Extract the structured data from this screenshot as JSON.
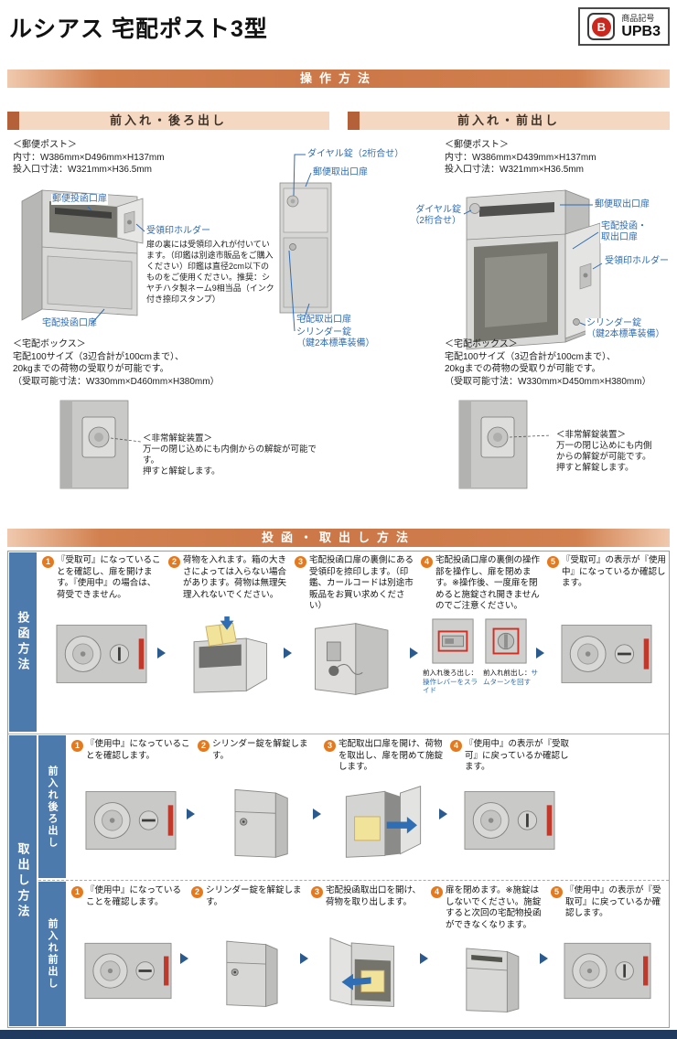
{
  "header": {
    "title": "ルシアス 宅配ポスト3型",
    "badge": {
      "logo_letter": "B",
      "label": "商品記号",
      "code": "UPB3"
    }
  },
  "op": {
    "banner": "操作方法",
    "left": {
      "heading": "前入れ・後ろ出し",
      "post_title": "＜郵便ポスト＞",
      "post_inner": "内寸：W386mm×D496mm×H137mm",
      "post_slot": "投入口寸法：W321mm×H36.5mm",
      "lbl_dial": "ダイヤル錠（2桁合せ）",
      "lbl_mail_out": "郵便取出口扉",
      "lbl_mail_in": "郵便投函口扉",
      "lbl_stamp": "受領印ホルダー",
      "stamp_note": "扉の裏には受領印入れが付いています。（印鑑は別途市販品をご購入ください）印鑑は直径2cm以下のものをご使用ください。推奨：シヤチハタ製ネーム9相当品（インク付き捺印スタンプ）",
      "lbl_parcel_in": "宅配投函口扉",
      "lbl_parcel_out": "宅配取出口扉",
      "lbl_cylinder": "シリンダー錠\n（鍵2本標準装備）",
      "box_title": "＜宅配ボックス＞",
      "box_text": "宅配100サイズ（3辺合計が100cmまで）、\n20kgまでの荷物の受取りが可能です。\n（受取可能寸法：W330mm×D460mm×H380mm）",
      "emg_title": "＜非常解錠装置＞",
      "emg_text": "万一の閉じ込めにも内側からの解錠が可能です。\n押すと解錠します。"
    },
    "right": {
      "heading": "前入れ・前出し",
      "post_title": "＜郵便ポスト＞",
      "post_inner": "内寸：W386mm×D439mm×H137mm",
      "post_slot": "投入口寸法：W321mm×H36.5mm",
      "lbl_dial": "ダイヤル錠\n（2桁合せ）",
      "lbl_mail_out": "郵便取出口扉",
      "lbl_parcel_door": "宅配投函・\n取出口扉",
      "lbl_stamp": "受領印ホルダー",
      "lbl_cylinder": "シリンダー錠\n（鍵2本標準装備）",
      "box_title": "＜宅配ボックス＞",
      "box_text": "宅配100サイズ（3辺合計が100cmまで）、\n20kgまでの荷物の受取りが可能です。\n（受取可能寸法：W330mm×D450mm×H380mm）",
      "emg_title": "＜非常解錠装置＞",
      "emg_text": "万一の閉じ込めにも内側\nからの解錠が可能です。\n押すと解錠します。"
    }
  },
  "methods": {
    "banner": "投函・取出し方法",
    "nums": [
      "1",
      "2",
      "3",
      "4",
      "5"
    ],
    "post": {
      "label": "投函方法",
      "s1": "『受取可』になっていることを確認し、扉を開けます。『使用中』の場合は、荷受できません。",
      "s2": "荷物を入れます。箱の大きさによっては入らない場合があります。荷物は無理矢理入れないでください。",
      "s3": "宅配投函口扉の裏側にある受領印を捺印します。（印鑑、カールコードは別途市販品をお買い求めください）",
      "s4": "宅配投函口扉の裏側の操作部を操作し、扉を閉めます。※操作後、一度扉を閉めると施錠され開きませんのでご注意ください。",
      "s4_cap1_label": "前入れ後ろ出し：",
      "s4_cap1_term": "操作レバーをスライド",
      "s4_cap2_label": "前入れ前出し：",
      "s4_cap2_term": "サムターンを回す",
      "s5": "『受取可』の表示が『使用中』になっているか確認します。"
    },
    "takeout_label": "取出し方法",
    "back": {
      "label": "前入れ後ろ出し",
      "s1": "『使用中』になっていることを確認します。",
      "s2": "シリンダー錠を解錠します。",
      "s3": "宅配取出口扉を開け、荷物を取出し、扉を閉めて施錠します。",
      "s4": "『使用中』の表示が『受取可』に戻っているか確認します。"
    },
    "front": {
      "label": "前入れ前出し",
      "s1": "『使用中』になっていることを確認します。",
      "s2": "シリンダー錠を解錠します。",
      "s3": "宅配投函取出口を開け、荷物を取り出します。",
      "s4": "扉を閉めます。※施錠はしないでください。施錠すると次回の宅配物投函ができなくなります。",
      "s5": "『使用中』の表示が『受取可』に戻っているか確認します。"
    }
  }
}
